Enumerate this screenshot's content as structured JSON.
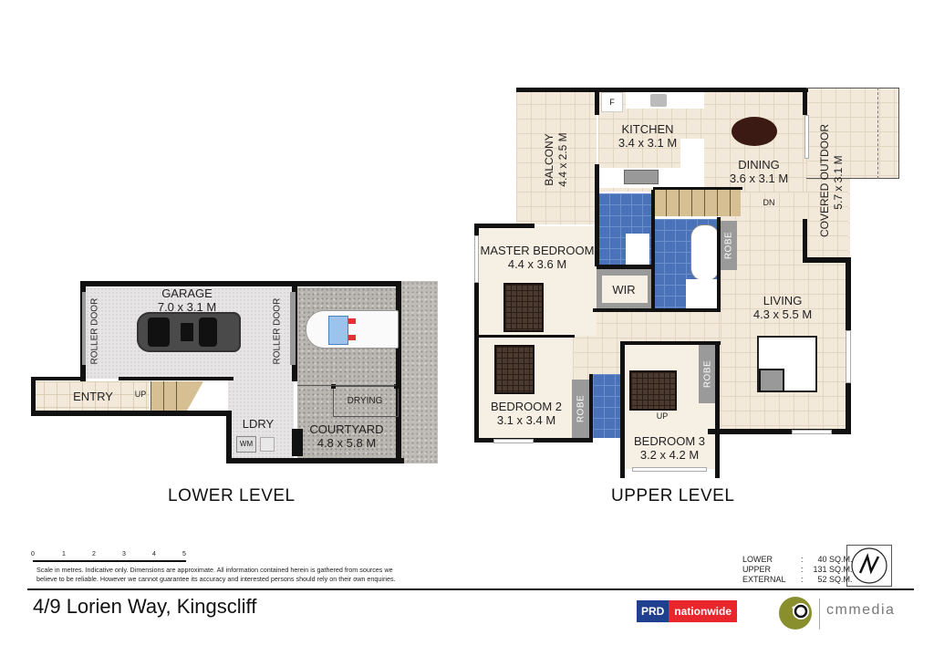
{
  "document": {
    "title": "4/9 Lorien Way, Kingscliff",
    "type": "floor plan"
  },
  "lower_level": {
    "title": "LOWER LEVEL",
    "rooms": [
      {
        "name": "GARAGE",
        "dims": "7.0 x 3.1 M"
      },
      {
        "name": "ENTRY",
        "dims": ""
      },
      {
        "name": "LDRY",
        "dims": ""
      },
      {
        "name": "COURTYARD",
        "dims": "4.8 x 5.8 M"
      },
      {
        "name": "DRYING",
        "dims": ""
      }
    ],
    "labels": {
      "roller_door_left": "ROLLER DOOR",
      "roller_door_right": "ROLLER DOOR",
      "up": "UP",
      "wm": "WM"
    }
  },
  "upper_level": {
    "title": "UPPER LEVEL",
    "rooms": [
      {
        "name": "KITCHEN",
        "dims": "3.4 x 3.1 M"
      },
      {
        "name": "DINING",
        "dims": "3.6 x 3.1 M"
      },
      {
        "name": "BALCONY",
        "dims": "4.4 x 2.5 M"
      },
      {
        "name": "COVERED OUTDOOR",
        "dims": "5.7 x 3.1 M"
      },
      {
        "name": "MASTER BEDROOM",
        "dims": "4.4 x 3.6 M"
      },
      {
        "name": "WIR",
        "dims": ""
      },
      {
        "name": "LIVING",
        "dims": "4.3 x 5.5 M"
      },
      {
        "name": "BEDROOM 2",
        "dims": "3.1 x 3.4 M"
      },
      {
        "name": "BEDROOM 3",
        "dims": "3.2 x 4.2 M"
      }
    ],
    "labels": {
      "fridge": "F",
      "dn": "DN",
      "up": "UP",
      "robe": "ROBE"
    }
  },
  "scale": {
    "ticks": [
      "0",
      "1",
      "2",
      "3",
      "4",
      "5"
    ],
    "unit": "metres"
  },
  "disclaimer": {
    "line1": "Scale in metres.  Indicative only.  Dimensions are approximate.  All information contained herein is gathered from sources we",
    "line2": "believe to be reliable.  However we cannot guarantee its accuracy and interested persons should rely on their own enquiries."
  },
  "areas": [
    {
      "label": "LOWER",
      "sep": ":",
      "value": "40 SQ.M."
    },
    {
      "label": "UPPER",
      "sep": ":",
      "value": "131 SQ.M."
    },
    {
      "label": "EXTERNAL",
      "sep": ":",
      "value": "52 SQ.M."
    }
  ],
  "branding": {
    "agency_part1": "PRD",
    "agency_part2": "nationwide",
    "studio": "cmmedia",
    "colors": {
      "prd_blue": "#1f3f8f",
      "prd_red": "#e8262b",
      "cm_olive": "#8a8f2e"
    }
  },
  "icons": {
    "compass": "north-arrow-icon"
  }
}
